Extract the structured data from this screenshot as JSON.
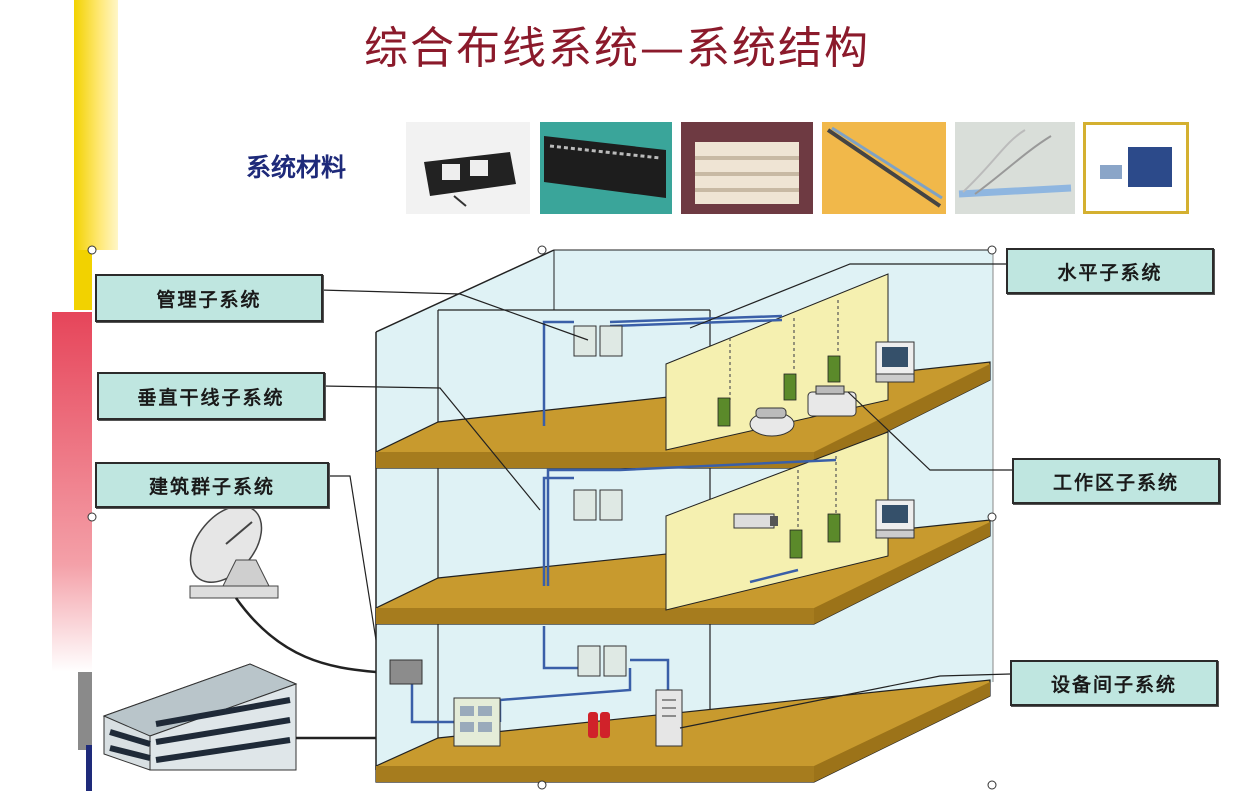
{
  "title": "综合布线系统—系统结构",
  "materials_label": "系统材料",
  "labels": {
    "management": "管理子系统",
    "vertical": "垂直干线子系统",
    "building": "建筑群子系统",
    "horizontal": "水平子系统",
    "work_area": "工作区子系统",
    "equipment": "设备间子系统"
  },
  "colors": {
    "title": "#8b1a2b",
    "label_fill": "#bfe6e0",
    "floor": "#c89a2e",
    "wall": "#dff2f5",
    "partition": "#f5f0b0",
    "cable": "#3a5fa8"
  }
}
